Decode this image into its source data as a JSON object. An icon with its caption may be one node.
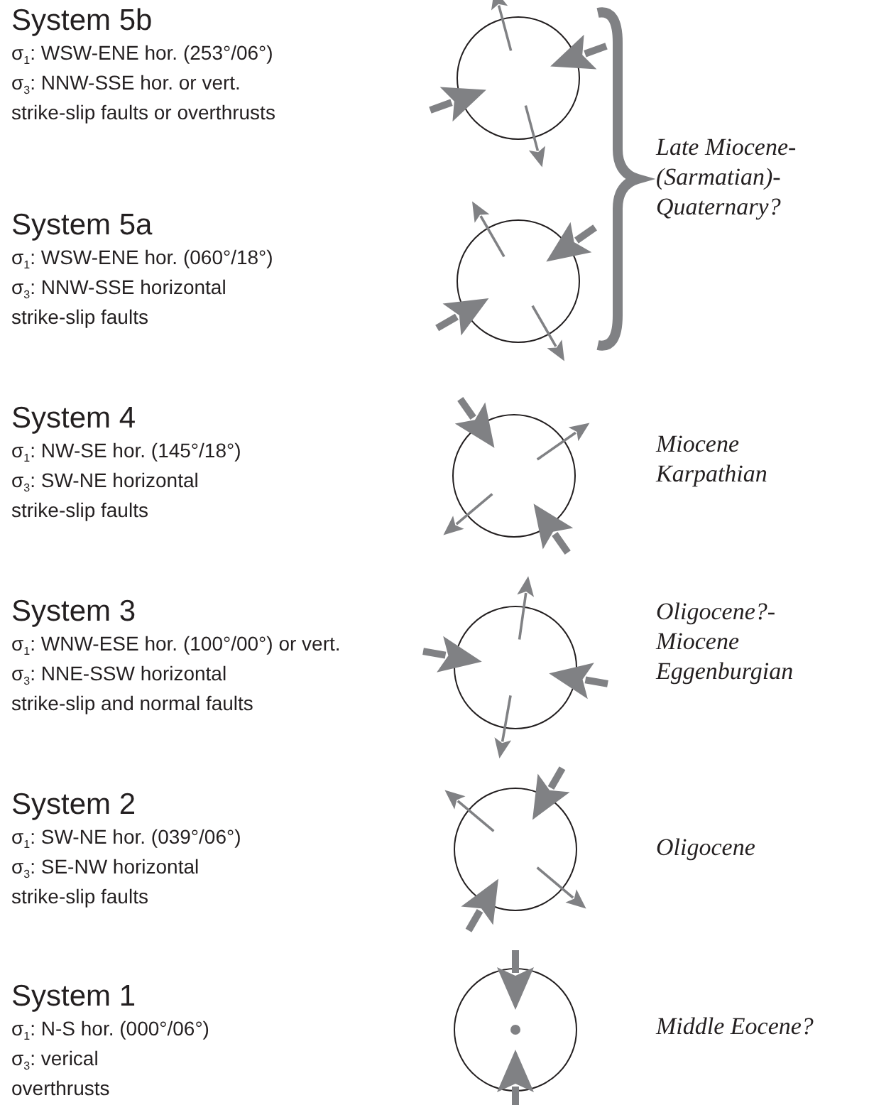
{
  "diagram": {
    "labels": [
      "System 5b",
      "σ$_{1}$: WSW-ENE hor. (253°/06°)",
      "σ$_{3}$: NNW-SSE hor. or vert.",
      "strike-slip faults or overthrusts",
      "Late Miocene- (Sarmatian)- Quaternary?",
      "System 5a",
      "σ$_{1}$: WSW-ENE hor. (060°/18°)",
      "σ$_{3}$: NNW-SSE horizontal",
      "strike-slip faults",
      "System 4",
      "σ$_{1}$: NW-SE hor. (145°/18°)",
      "σ$_{3}$: SW-NE horizontal",
      "strike-slip faults",
      "Miocene Karpathian",
      "System 3",
      "σ$_{1}$: WNW-ESE hor. (100°/00°) or vert.",
      "σ$_{3}$: NNE-SSW horizontal",
      "strike-slip and normal faults",
      "Oligocene?- Miocene Eggenburgian",
      "System 2",
      "σ$_{1}$: SW-NE hor. (039°/06°)",
      "σ$_{3}$: SE-NW horizontal",
      "strike-slip faults",
      "Oligocene",
      "System 1",
      "σ$_{1}$: N-S hor. (000°/06°)",
      "σ$_{3}$: verical",
      "overthrusts",
      "Middle Eocene?"
    ]
  }
}
